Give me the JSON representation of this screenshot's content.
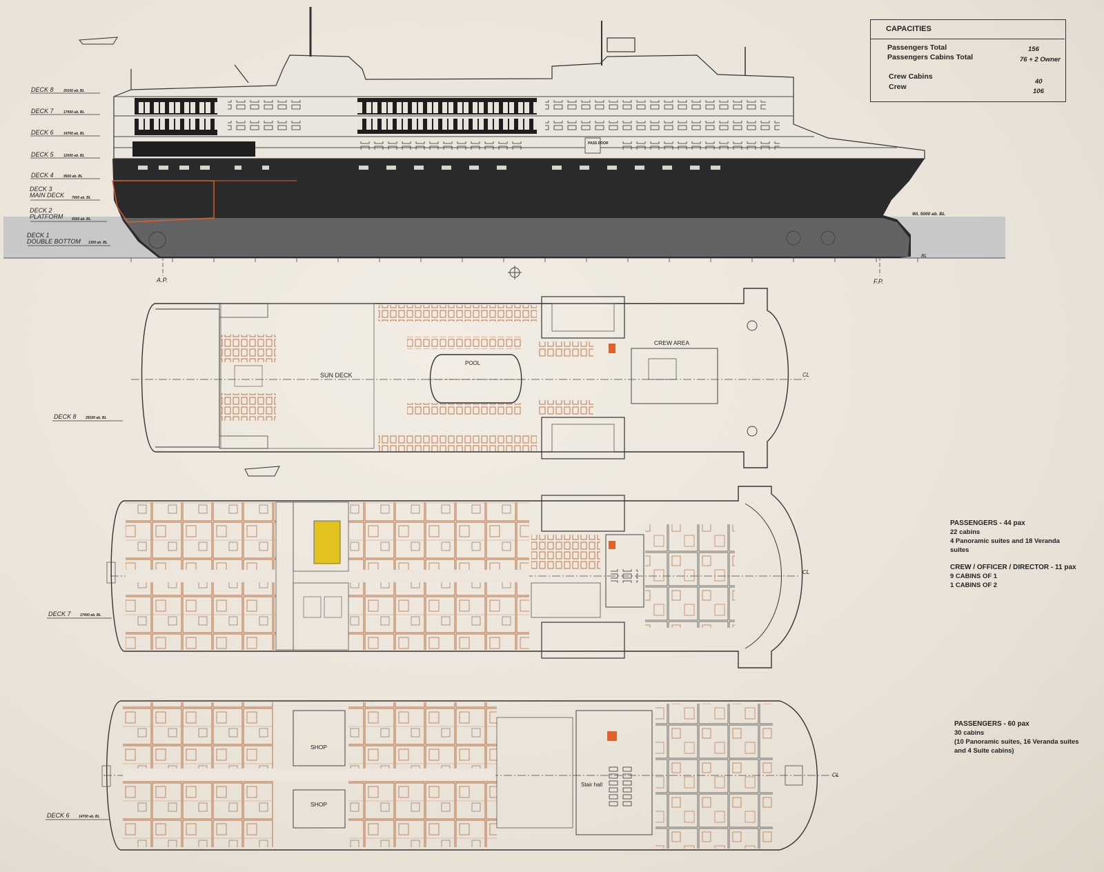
{
  "capacities": {
    "title": "CAPACITIES",
    "rows": [
      {
        "label": "Passengers Total",
        "value": "156"
      },
      {
        "label": "Passengers Cabins Total",
        "value": "76 + 2 Owner"
      },
      {
        "label": "Crew Cabins",
        "value": "40"
      },
      {
        "label": "Crew",
        "value": "106"
      }
    ]
  },
  "profile_decks": [
    {
      "name": "DECK 8",
      "height": "20100 ab. BL"
    },
    {
      "name": "DECK 7",
      "height": "17400 ab. BL"
    },
    {
      "name": "DECK 6",
      "height": "14700 ab. BL"
    },
    {
      "name": "DECK 5",
      "height": "12000 ab. BL"
    },
    {
      "name": "DECK 4",
      "height": "9500 ab. BL"
    },
    {
      "name": "DECK 3\nMAIN DECK",
      "height": "7000 ab. BL"
    },
    {
      "name": "DECK 2\nPLATFORM",
      "height": "4300 ab. BL"
    },
    {
      "name": "DECK 1\nDOUBLE BOTTOM",
      "height": "1300 ab. BL"
    }
  ],
  "profile_marks": {
    "ap": "A.P.",
    "fp": "F.P.",
    "wl": "WL 5000 ab. BL",
    "bl": "BL",
    "pass_door": "PASS DOOR"
  },
  "deck8": {
    "label": "DECK 8",
    "height": "29100 ab. BL",
    "sun_deck": "SUN DECK",
    "pool": "POOL",
    "crew_area": "CREW AREA",
    "cl": "CL"
  },
  "deck7": {
    "label": "DECK 7",
    "height": "17400 ab. BL",
    "cl": "CL",
    "notes": [
      "PASSENGERS - 44 pax",
      "22 cabins",
      "4 Panoramic suites  and 18 Veranda suites",
      "CREW / OFFICER / DIRECTOR - 11 pax",
      "9 CABINS OF 1",
      "1 CABINS OF 2"
    ]
  },
  "deck6": {
    "label": "DECK 6",
    "height": "14700 ab. BL",
    "shop1": "SHOP",
    "shop2": "SHOP",
    "stair_hall": "Stair hall",
    "cl": "CL",
    "notes": [
      "PASSENGERS - 60 pax",
      "30 cabins",
      "(10 Panoramic suites, 16 Veranda suites",
      "and 4 Suite cabins)"
    ]
  },
  "colors": {
    "hull": "#2b2b2b",
    "water": "#c9cbcd",
    "cabin_line": "#b56a3a",
    "highlight_orange": "#e0622a",
    "highlight_yellow": "#e2c21f"
  }
}
